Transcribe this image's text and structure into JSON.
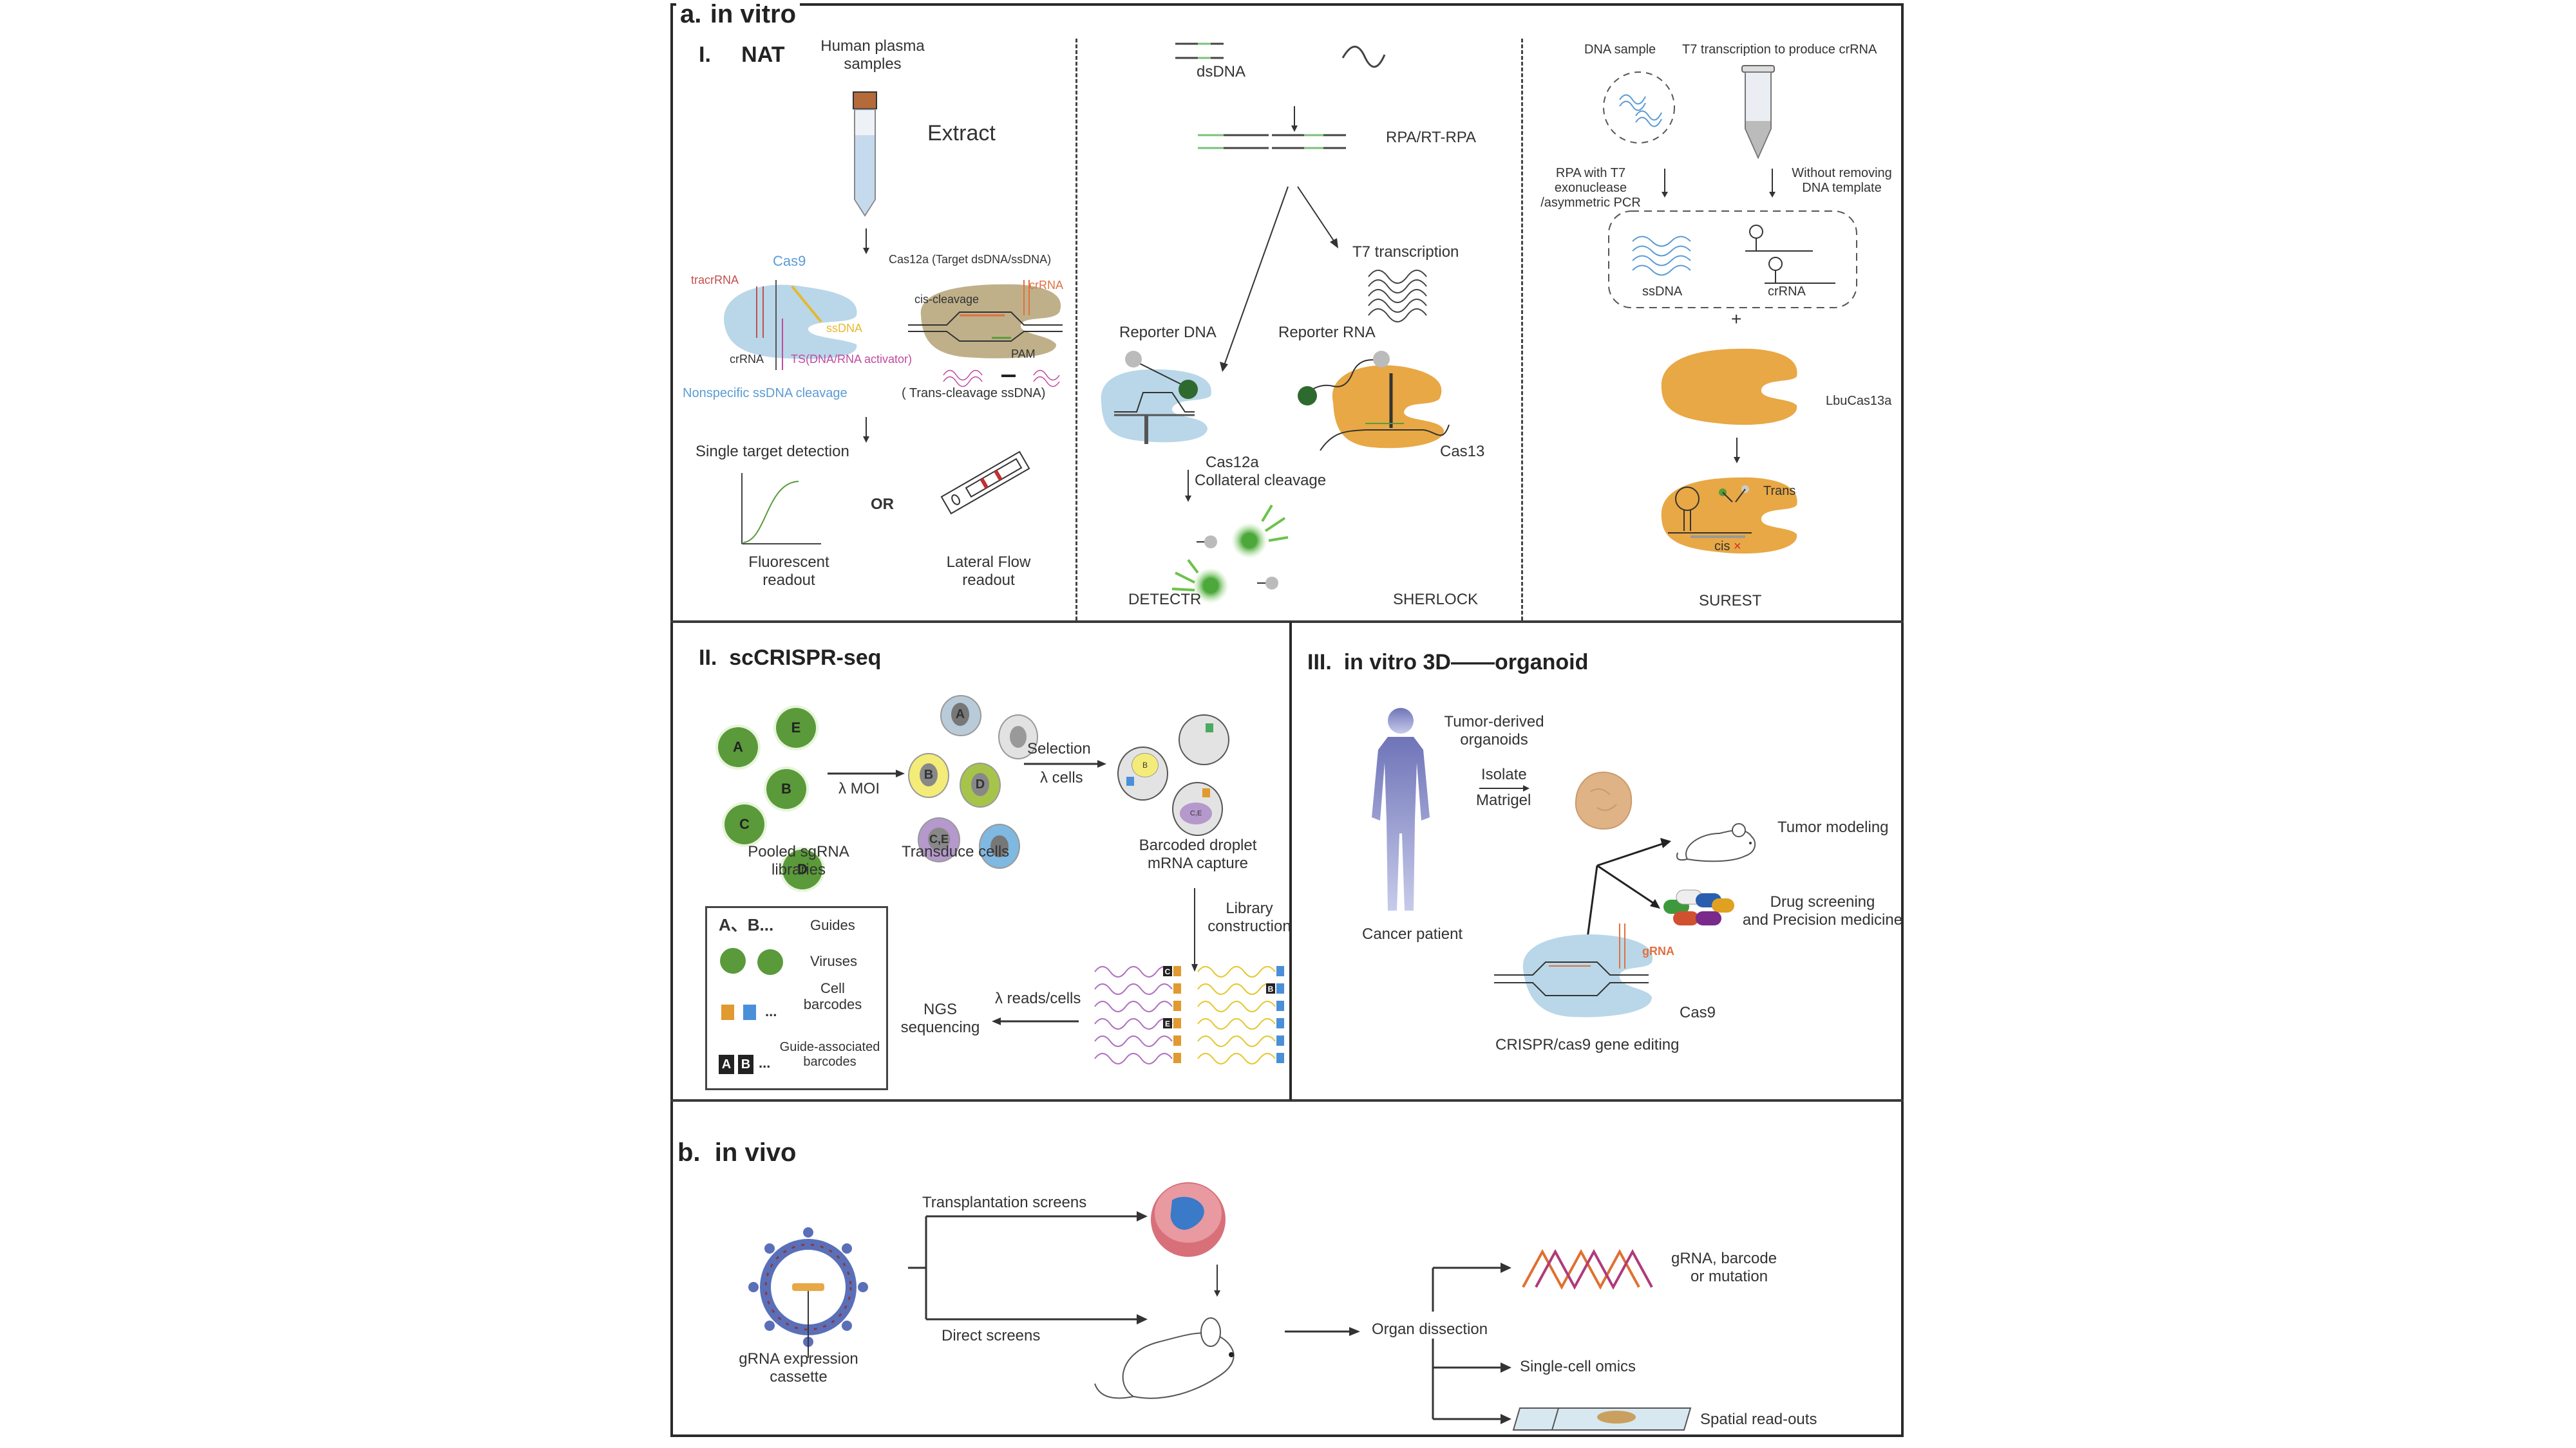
{
  "figure": {
    "panel_a": {
      "label": "a.",
      "title": "in vitro",
      "nat": {
        "label": "I.",
        "title": "NAT",
        "sample_label": "Human plasma samples",
        "sample_line1": "Human plasma",
        "sample_line2": "samples",
        "extract_label": "Extract",
        "cas9": {
          "title": "Cas9",
          "tracrRNA": "tracrRNA",
          "crRNA": "crRNA",
          "ssDNA": "ssDNA",
          "activator": "TS(DNA/RNA activator)",
          "caption": "Nonspecific ssDNA cleavage"
        },
        "cas12a": {
          "title": "Cas12a (Target dsDNA/ssDNA)",
          "crRNA": "crRNA",
          "cis": "cis-cleavage",
          "pam": "PAM",
          "caption": "( Trans-cleavage ssDNA)"
        },
        "detection_label": "Single target detection",
        "or_label": "OR",
        "fluorescent_line1": "Fluorescent",
        "fluorescent_line2": "readout",
        "lateral_line1": "Lateral Flow",
        "lateral_line2": "readout"
      },
      "detectr_sherlock": {
        "dsDNA": "dsDNA",
        "rpa": "RPA/RT-RPA",
        "t7": "T7 transcription",
        "reporter_dna": "Reporter DNA",
        "reporter_rna": "Reporter RNA",
        "cas12a": "Cas12a",
        "cas13": "Cas13",
        "collateral": "Collateral cleavage",
        "detectr": "DETECTR",
        "sherlock": "SHERLOCK"
      },
      "surest": {
        "dna_sample": "DNA sample",
        "t7_crRNA": "T7 transcription to produce crRNA",
        "rpa_line1": "RPA with T7",
        "rpa_line2": "exonuclease",
        "rpa_line3": "/asymmetric PCR",
        "without_line1": "Without removing",
        "without_line2": "DNA template",
        "ssDNA": "ssDNA",
        "crRNA": "crRNA",
        "plus": "+",
        "lbucas13a": "LbuCas13a",
        "trans": "Trans",
        "cis": "cis",
        "cis_mark": "×",
        "title": "SUREST"
      },
      "sccrispr": {
        "label": "II.",
        "title": "scCRISPR-seq",
        "viruses": [
          "A",
          "E",
          "B",
          "C",
          "D"
        ],
        "moi": "λ MOI",
        "cells": [
          "A",
          "B",
          "D",
          "C,E"
        ],
        "selection": "Selection",
        "lambda_cells": "λ cells",
        "droplet_labels": [
          "B",
          "C,E"
        ],
        "pooled_line1": "Pooled sgRNA",
        "pooled_line2": "libraries",
        "transduce": "Transduce cells",
        "barcoded_line1": "Barcoded droplet",
        "barcoded_line2": "mRNA capture",
        "library_line1": "Library",
        "library_line2": "construction",
        "reads": "λ reads/cells",
        "ngs_line1": "NGS",
        "ngs_line2": "sequencing",
        "read_tags": [
          "C",
          "E",
          "B"
        ],
        "legend": {
          "guides_symbol": "A、B...",
          "guides": "Guides",
          "viruses": "Viruses",
          "cell_line1": "Cell",
          "cell_line2": "barcodes",
          "ellipsis": "...",
          "guide_assoc_line1": "Guide-associated",
          "guide_assoc_line2": "barcodes",
          "tag_a": "A",
          "tag_b": "B"
        }
      },
      "organoid": {
        "label": "III.",
        "title": "in vitro 3D——organoid",
        "patient": "Cancer patient",
        "isolate": "Isolate",
        "matrigel": "Matrigel",
        "organoids_line1": "Tumor-derived",
        "organoids_line2": "organoids",
        "tumor_modeling": "Tumor modeling",
        "drug_line1": "Drug screening",
        "drug_line2": "and Precision medicine",
        "gRNA": "gRNA",
        "cas9": "Cas9",
        "editing": "CRISPR/cas9 gene editing"
      }
    },
    "panel_b": {
      "label": "b.",
      "title": "in vivo",
      "cassette_line1": "gRNA expression",
      "cassette_line2": "cassette",
      "transplantation": "Transplantation screens",
      "direct": "Direct screens",
      "organ": "Organ dissection",
      "grna_line1": "gRNA, barcode",
      "grna_line2": "or mutation",
      "single_cell": "Single-cell omics",
      "spatial": "Spatial read-outs"
    },
    "colors": {
      "cas9_blue": "#b9d7e8",
      "cas12a_tan": "#bfb08a",
      "cas13_orange": "#e8a845",
      "virus_green": "#5a9a3a",
      "reporter_dark_green": "#2e6a2e",
      "glow_green": "#6cc24a",
      "trac_red": "#c0504d",
      "activator_magenta": "#c04aa0",
      "ssdna_yellow": "#e5b830",
      "nonspecific_blue": "#5b9bd5",
      "crrna_orange": "#e07040",
      "patient_purple": "#7a7ec0",
      "dish_pink": "#d8707a",
      "barcode_orange": "#e09a30",
      "barcode_blue": "#4a90d9"
    }
  }
}
